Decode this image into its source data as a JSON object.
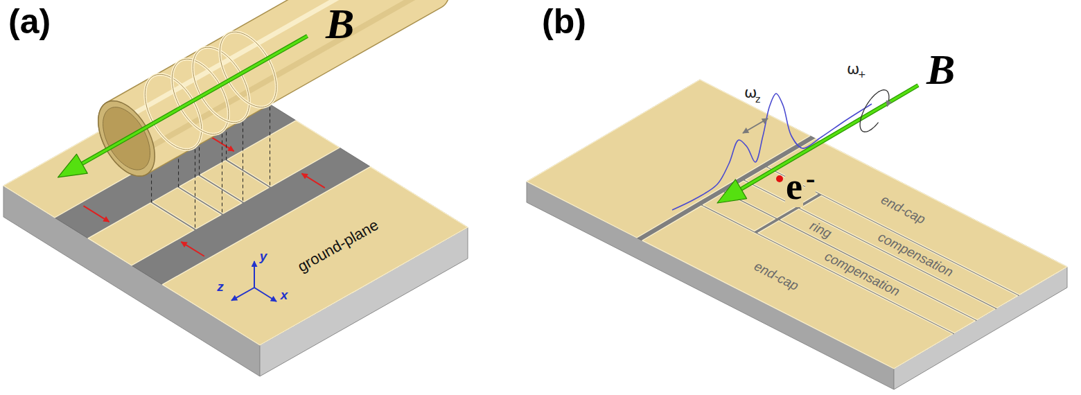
{
  "diagram": {
    "labels": [
      "(a)",
      "B",
      "z",
      "y",
      "x",
      "ground-plane",
      "(b)",
      "ω",
      "z",
      "ω",
      "+",
      "B",
      "e",
      "-",
      "end-cap",
      "compensation",
      "ring",
      "compensation",
      "end-cap"
    ]
  }
}
